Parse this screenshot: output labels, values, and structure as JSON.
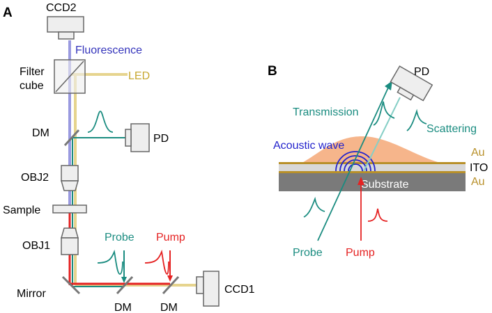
{
  "panel_a": {
    "letter": "A",
    "labels": {
      "ccd2": "CCD2",
      "fluorescence": "Fluorescence",
      "filter_cube_line1": "Filter",
      "filter_cube_line2": "cube",
      "led": "LED",
      "dm_upper": "DM",
      "pd": "PD",
      "obj2": "OBJ2",
      "sample": "Sample",
      "obj1": "OBJ1",
      "probe": "Probe",
      "pump": "Pump",
      "mirror": "Mirror",
      "dm_probe": "DM",
      "dm_pump": "DM",
      "ccd1": "CCD1"
    }
  },
  "panel_b": {
    "letter": "B",
    "labels": {
      "pd": "PD",
      "transmission": "Transmission",
      "scattering": "Scattering",
      "acoustic_wave": "Acoustic wave",
      "au_top": "Au",
      "ito": "ITO",
      "au_bottom": "Au",
      "substrate": "Substrate",
      "probe": "Probe",
      "pump": "Pump"
    }
  },
  "colors": {
    "fluorescence": "#3333bb",
    "led": "#c8a832",
    "probe": "#1a8c80",
    "pump": "#e52222",
    "acoustic": "#2222cc",
    "gold": "#b8902a",
    "component_fill": "#eeeeee",
    "component_stroke": "#666666",
    "substrate": "#7a7a7a",
    "heat": "#f5a877"
  }
}
